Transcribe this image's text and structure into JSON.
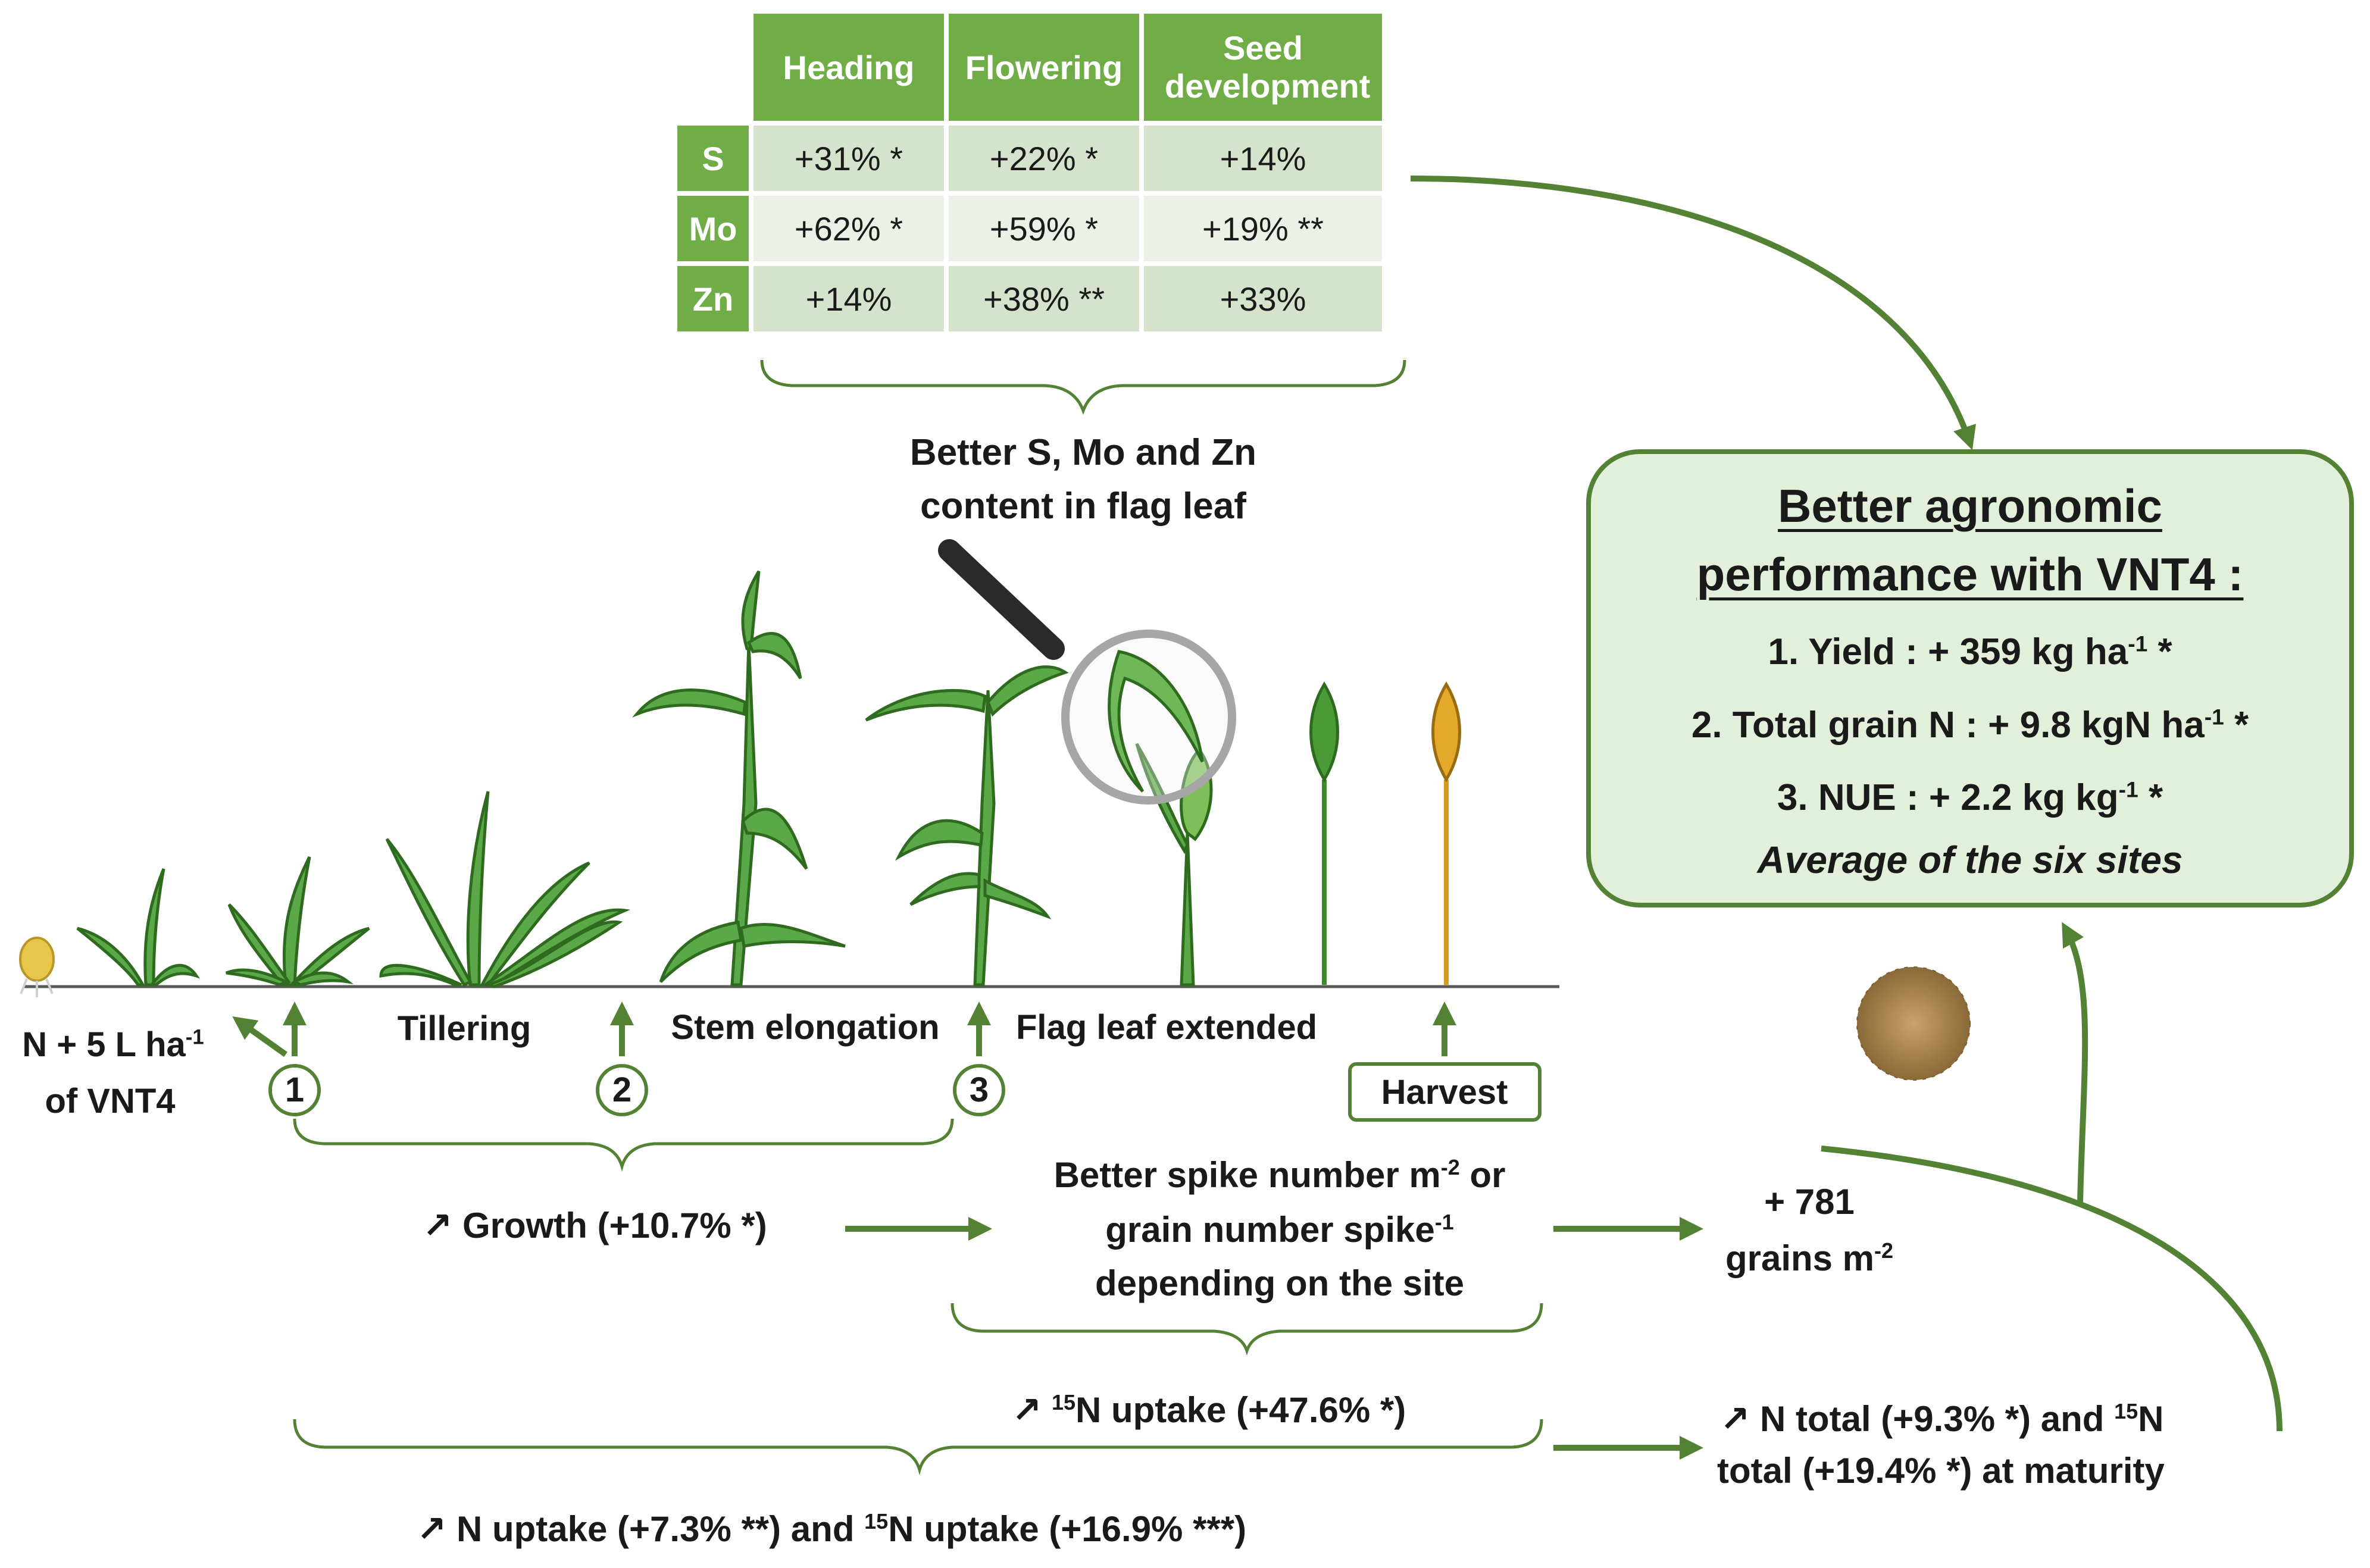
{
  "table": {
    "columns": [
      "",
      "Heading",
      "Flowering",
      "Seed development"
    ],
    "rows": [
      {
        "element": "S",
        "heading": "+31% *",
        "flowering": "+22% *",
        "seed": "+14%"
      },
      {
        "element": "Mo",
        "heading": "+62% *",
        "flowering": "+59% *",
        "seed": "+19% **"
      },
      {
        "element": "Zn",
        "heading": "+14%",
        "flowering": "+38% **",
        "seed": "+33%"
      }
    ]
  },
  "flag_leaf": {
    "line1": "Better S, Mo and Zn",
    "line2": "content in flag leaf"
  },
  "agro": {
    "title_line1": "Better agronomic",
    "title_line2": "performance with VNT4 :",
    "item1": "1.   Yield :  + 359 kg ha",
    "item1_sup": "-1",
    "item1_sig": " *",
    "item2": "2.   Total grain N : + 9.8 kgN ha",
    "item2_sup": "-1",
    "item2_sig": " *",
    "item3": "3.   NUE : + 2.2 kg kg",
    "item3_sup": "-1",
    "item3_sig": " *",
    "note": "Average of the six sites"
  },
  "stages": {
    "tillering": "Tillering",
    "stem_elongation": "Stem elongation",
    "flag_leaf_extended": "Flag leaf extended",
    "harvest": "Harvest"
  },
  "application": {
    "line1": "N + 5 L ha",
    "line1_sup": "-1",
    "line2": "of VNT4"
  },
  "circles": [
    "1",
    "2",
    "3"
  ],
  "growth": "Growth (+10.7% *)",
  "spike": {
    "line1": "Better spike number m",
    "line1_sup": "-2",
    "line1_tail": " or",
    "line2": "grain number spike",
    "line2_sup": "-1",
    "line3": "depending on the site"
  },
  "grains": {
    "line1": "+ 781",
    "line2": "grains m",
    "line2_sup": "-2"
  },
  "n15_uptake": {
    "sup": "15",
    "text": "N uptake (+47.6% *)"
  },
  "n_total": {
    "line1_a": "N total (+9.3% *) and ",
    "line1_sup": "15",
    "line1_b": "N",
    "line2": "total (+19.4% *) at maturity"
  },
  "n_uptake": {
    "a": "N uptake (+7.3% **) and ",
    "sup": "15",
    "b": "N uptake (+16.9% ***)"
  },
  "colors": {
    "green": "#548235",
    "header_green": "#70ad47",
    "box_fill": "#e2efda",
    "row_dark": "#d6e3cc",
    "row_light": "#ebf1e6"
  }
}
